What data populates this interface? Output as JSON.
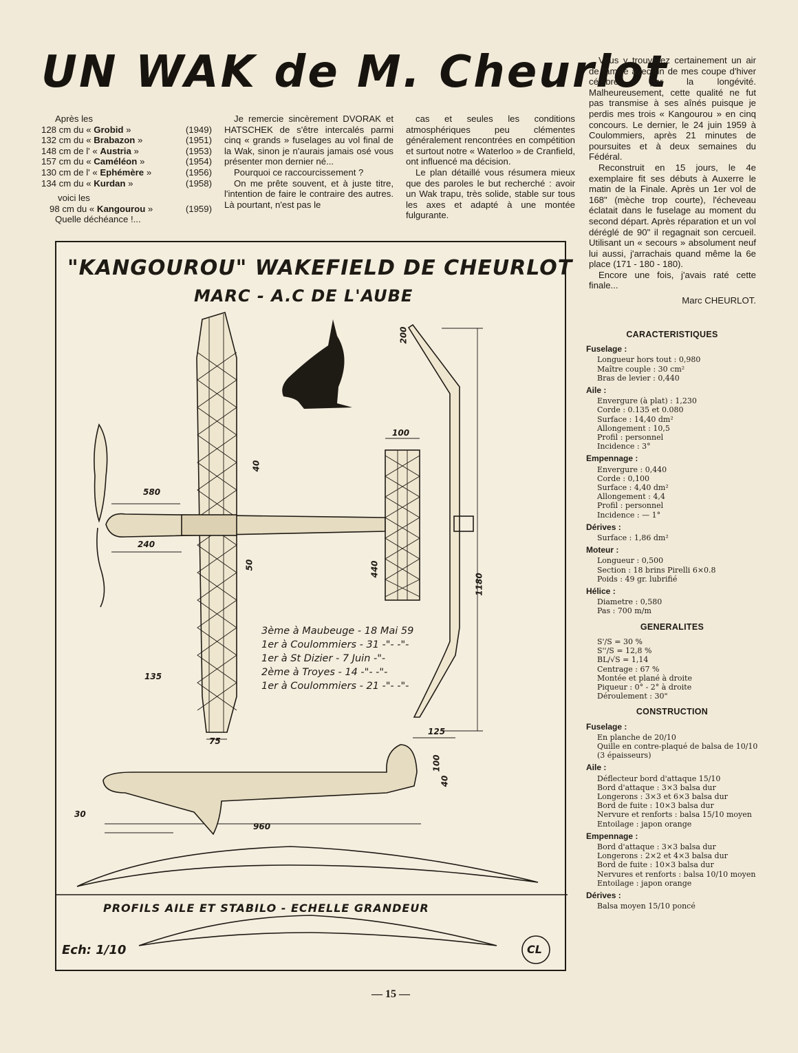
{
  "title": "UN WAK de M. Cheurlot",
  "col1": {
    "intro": "Après les",
    "records": [
      {
        "cm": "128 cm du",
        "name": "Grobid",
        "year": "(1949)"
      },
      {
        "cm": "132 cm du",
        "name": "Brabazon",
        "year": "(1951)"
      },
      {
        "cm": "148 cm de l'",
        "name": "Austria",
        "year": "(1953)"
      },
      {
        "cm": "157 cm du",
        "name": "Caméléon",
        "year": "(1954)"
      },
      {
        "cm": "130 cm de l'",
        "name": "Ephémère",
        "year": "(1956)"
      },
      {
        "cm": "134 cm du",
        "name": "Kurdan",
        "year": "(1958)"
      }
    ],
    "voici": "voici les",
    "last": {
      "cm": "98 cm du",
      "name": "Kangourou",
      "year": "(1959)"
    },
    "end": "Quelle déchéance !..."
  },
  "col2": {
    "p1": "Je remercie sincèrement DVORAK et HATSCHEK de s'être intercalés parmi cinq « grands » fuselages au vol final de la Wak, sinon je n'aurais jamais osé vous présenter mon dernier né...",
    "p2": "Pourquoi ce raccourcissement ?",
    "p3": "On me prête souvent, et à juste titre, l'intention de faire le contraire des autres. Là pourtant, n'est pas le"
  },
  "col3": {
    "p1": "cas et seules les conditions atmosphériques peu clémentes généralement rencontrées en compétition et surtout notre « Waterloo » de Cranfield, ont influencé ma décision.",
    "p2": "Le plan détaillé vous résumera mieux que des paroles le but recherché : avoir un Wak trapu, très solide, stable sur tous les axes et adapté à une montée fulgurante."
  },
  "col4": {
    "p1": "Vous y trouverez certainement un air de famille avec un de mes coupe d'hiver célèbre... par la longévité. Malheureusement, cette qualité ne fut pas transmise à ses aînés puisque je perdis mes trois « Kangourou » en cinq concours. Le dernier, le 24 juin 1959 à Coulommiers, après 21 minutes de poursuites et à deux semaines du Fédéral.",
    "p2": "Reconstruit en 15 jours, le 4e exemplaire fit ses débuts à Auxerre le matin de la Finale. Après un 1er vol de 168\" (mèche trop courte), l'écheveau éclatait dans le fuselage au moment du second départ. Après réparation et un vol déréglé de 90\" il regagnait son cercueil. Utilisant un « secours » absolument neuf lui aussi, j'arrachais quand même la 6e place (171 - 180 - 180).",
    "p3": "Encore une fois, j'avais raté cette finale...",
    "signature": "Marc CHEURLOT."
  },
  "plan": {
    "title1": "\"KANGOUROU\" WAKEFIELD DE CHEURLOT",
    "title2": "MARC - A.C DE L'AUBE",
    "results": [
      "3ème à Maubeuge - 18 Mai 59",
      "1er à Coulommiers - 31 -\"- -\"-",
      "1er à St Dizier - 7 Juin -\"-",
      "2ème à Troyes - 14 -\"- -\"-",
      "1er à Coulommiers - 21 -\"- -\"-"
    ],
    "dims": {
      "d200": "200",
      "d100": "100",
      "d40": "40",
      "d580": "580",
      "d240": "240",
      "d50": "50",
      "d440": "440",
      "d1180": "1180",
      "d135": "135",
      "d75": "75",
      "d125": "125",
      "d100b": "100",
      "d40b": "40",
      "d30": "30",
      "d960": "960"
    },
    "profils": "PROFILS AILE ET STABILO - ECHELLE GRANDEUR",
    "echelle": "Ech: 1/10",
    "logo": "CL"
  },
  "specs": {
    "caracteristiques": {
      "title": "CARACTERISTIQUES",
      "groups": [
        {
          "head": "Fuselage :",
          "items": [
            "Longueur hors tout : 0,980",
            "Maître couple : 30 cm²",
            "Bras de levier : 0,440"
          ]
        },
        {
          "head": "Aile :",
          "items": [
            "Envergure (à plat) : 1,230",
            "Corde : 0.135 et 0.080",
            "Surface : 14,40 dm²",
            "Allongement : 10,5",
            "Profil : personnel",
            "Incidence : 3°"
          ]
        },
        {
          "head": "Empennage :",
          "items": [
            "Envergure : 0,440",
            "Corde : 0,100",
            "Surface : 4,40 dm²",
            "Allongement : 4,4",
            "Profil : personnel",
            "Incidence : — 1°"
          ]
        },
        {
          "head": "Dérives :",
          "items": [
            "Surface : 1,86 dm²"
          ]
        },
        {
          "head": "Moteur :",
          "items": [
            "Longueur : 0,500",
            "Section : 18 brins Pirelli 6×0.8",
            "Poids : 49 gr. lubrifié"
          ]
        },
        {
          "head": "Hélice :",
          "items": [
            "Diametre : 0,580",
            "Pas : 700 m/m"
          ]
        }
      ]
    },
    "generalites": {
      "title": "GENERALITES",
      "items": [
        "S'/S = 30 %",
        "S''/S = 12,8 %",
        "BL/√S = 1,14",
        "Centrage : 67 %",
        "Montée et plané à droite",
        "Piqueur : 0° - 2° à droite",
        "Déroulement : 30\""
      ]
    },
    "construction": {
      "title": "CONSTRUCTION",
      "groups": [
        {
          "head": "Fuselage :",
          "items": [
            "En planche de 20/10",
            "Quille en contre-plaqué de balsa de 10/10 (3 épaisseurs)"
          ]
        },
        {
          "head": "Aile :",
          "items": [
            "Déflecteur bord d'attaque 15/10",
            "Bord d'attaque : 3×3 balsa dur",
            "Longerons : 3×3 et 6×3 balsa dur",
            "Bord de fuite : 10×3 balsa dur",
            "Nervure et renforts : balsa 15/10 moyen",
            "Entoilage : japon orange"
          ]
        },
        {
          "head": "Empennage :",
          "items": [
            "Bord d'attaque : 3×3 balsa dur",
            "Longerons : 2×2 et 4×3 balsa dur",
            "Bord de fuite : 10×3 balsa dur",
            "Nervures et renforts : balsa 10/10 moyen",
            "Entoilage : japon orange"
          ]
        },
        {
          "head": "Dérives :",
          "items": [
            "Balsa moyen 15/10 poncé"
          ]
        }
      ]
    }
  },
  "folio": "— 15 —"
}
